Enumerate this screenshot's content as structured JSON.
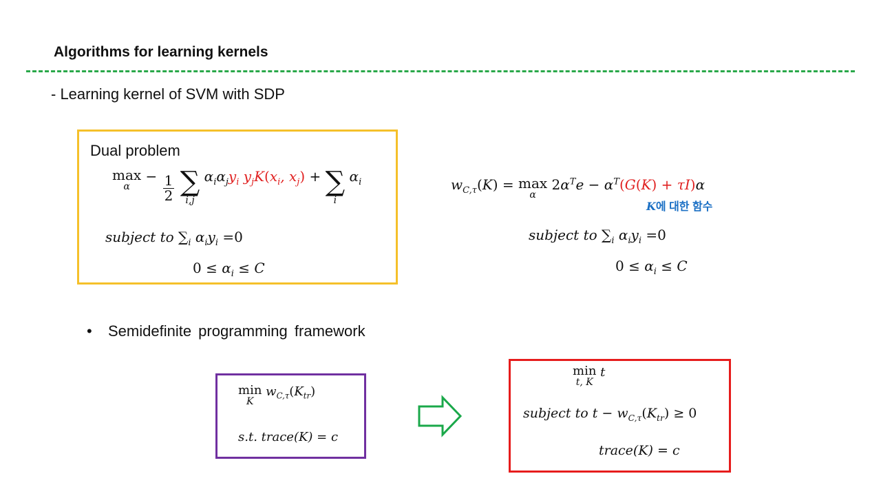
{
  "header": {
    "title": "Algorithms for learning kernels",
    "subtitle": "- Learning kernel of SVM with SDP"
  },
  "dual_box": {
    "label": "Dual problem",
    "constraint_prefix": "subject to",
    "constraint_rhs": "=0"
  },
  "right_formula": {
    "annotation": "에 대한 함수",
    "constraint_prefix": "subject to",
    "constraint_rhs": "=0"
  },
  "section": {
    "bullet": "•",
    "heading": "Semidefinite programming framework"
  },
  "sdp_left": {
    "min_text": "min",
    "st_text": "s.t.",
    "trace_text": "trace(K) = c"
  },
  "sdp_right": {
    "min_text": "min",
    "constraint_prefix": "subject to",
    "trace_text": "trace(K) = c"
  },
  "colors": {
    "divider": "#2aa84a",
    "dual_box_border": "#f5c02a",
    "left_box_border": "#7030a0",
    "right_box_border": "#e61c1c",
    "arrow": "#1aa84a",
    "highlight_red": "#e02020",
    "annotation_blue": "#1a6fc4"
  }
}
